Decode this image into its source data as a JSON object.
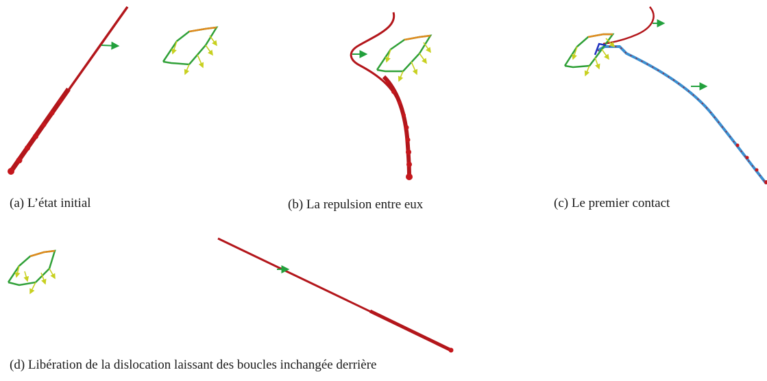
{
  "captions": {
    "a": "(a) L’état initial",
    "b": "(b) La repulsion entre eux",
    "c": "(c) Le premier contact",
    "d": "(d) Libération de la dislocation laissant des boucles inchangée derrière"
  },
  "colors": {
    "dislocation_line": "#b3161b",
    "dislocation_bead": "#c4171c",
    "loop_green": "#2fa037",
    "loop_orange": "#e08a1e",
    "loop_blue": "#2030c0",
    "force_arrow": "#c8d020",
    "velocity_arrow": "#22a03c",
    "bowed_segment": "#3a8ed0"
  }
}
